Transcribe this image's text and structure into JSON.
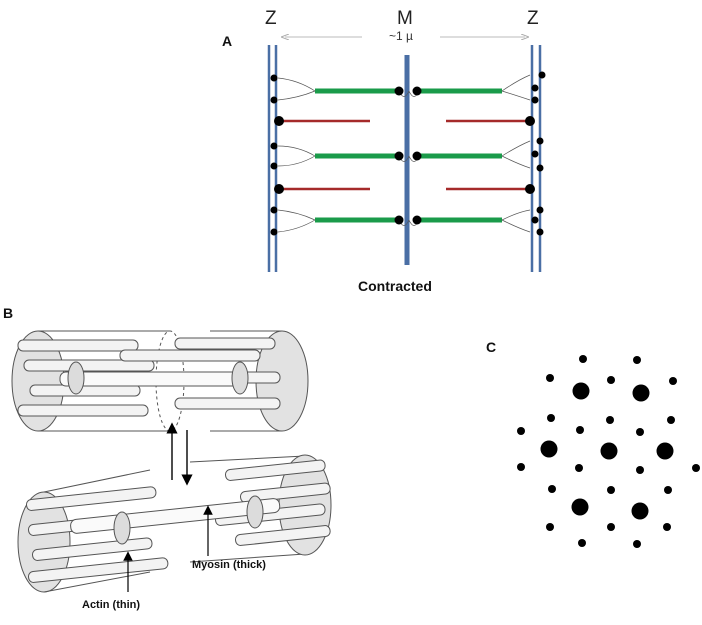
{
  "panel_a": {
    "label": "A",
    "z_left": "Z",
    "m_line": "M",
    "z_right": "Z",
    "scale": "~1 µ",
    "caption": "Contracted",
    "colors": {
      "z_disc": "#4a6fa5",
      "thick": "#1a9b4a",
      "thin": "#a52a2a",
      "dot": "#000000"
    }
  },
  "panel_b": {
    "label": "B",
    "actin_label": "Actin (thin)",
    "myosin_label": "Myosin (thick)"
  },
  "panel_c": {
    "label": "C"
  }
}
